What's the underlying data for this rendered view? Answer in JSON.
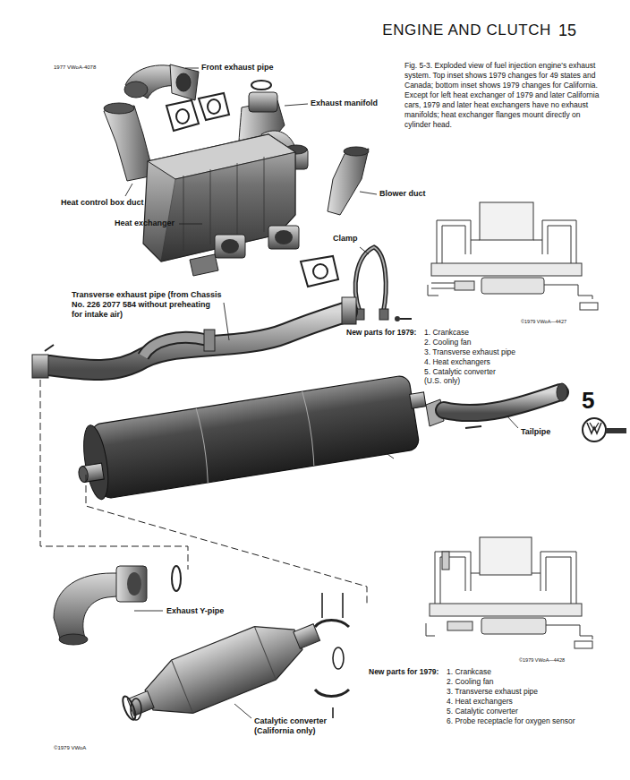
{
  "diagram": {
    "title": "ENGINE AND CLUTCH",
    "caption": "Fig. 5-3. Exploded view of fuel injection engine's exhaust system. Top inset shows 1979 changes for 49 states and Canada; bottom inset shows 1979 changes for California. Except for left heat exchanger of 1979 and later California cars, 1979 and later heat exchangers have no exhaust manifolds; heat exchanger flanges mount directly on cylinder head.",
    "labels": [
      "15",
      "1977 VWoA-4078",
      "Front exhaust pipe",
      "Exhaust manifold",
      "Heat control box duct",
      "Blower duct",
      "Heat exchanger",
      "Clamp",
      "Transverse exhaust pipe (from Chassis No. 226 2077 584 without preheating for intake air)",
      "©1979 VWoA—4427",
      "New parts for 1979:",
      "1. Crankcase",
      "2. Cooling fan",
      "3. Transverse exhaust pipe",
      "4. Heat exchangers",
      "5. Catalytic converter (U.S. only)",
      "Tailpipe",
      "5",
      "Exhaust Y-pipe",
      "©1979 VWoA—4428",
      "New parts for 1979:",
      "1. Crankcase",
      "2. Cooling fan",
      "3. Transverse exhaust pipe",
      "4. Heat exchangers",
      "5. Catalytic converter",
      "6. Probe receptacle for oxygen sensor",
      "Catalytic converter (California only)",
      "©1979 VWoA"
    ]
  }
}
